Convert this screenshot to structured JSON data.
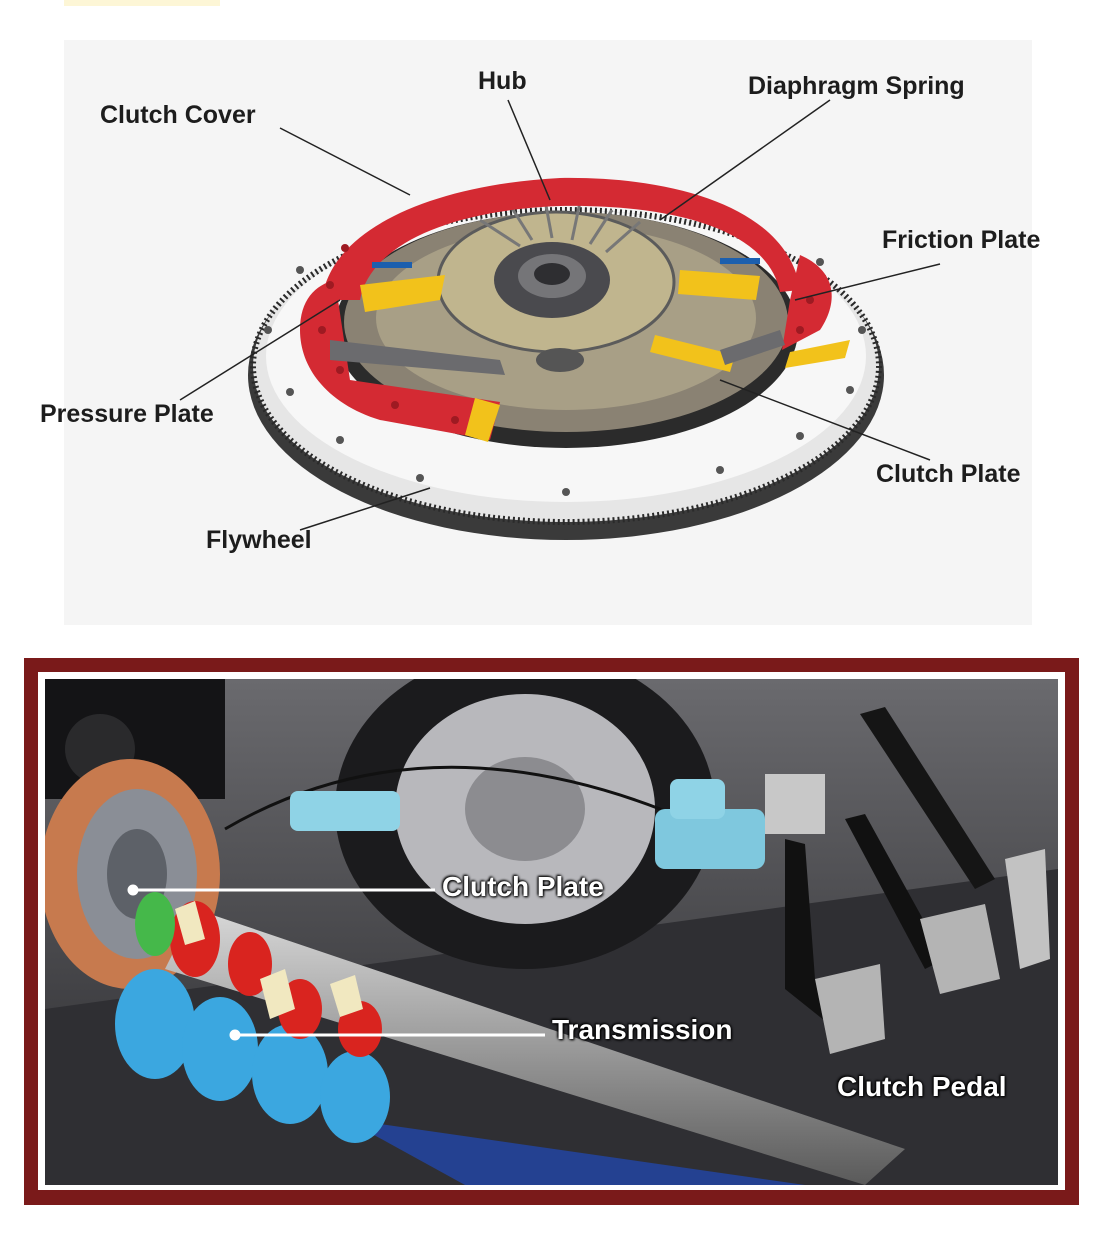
{
  "top_diagram": {
    "labels": {
      "hub": "Hub",
      "clutch_cover": "Clutch Cover",
      "diaphragm_spring": "Diaphragm Spring",
      "friction_plate": "Friction Plate",
      "pressure_plate": "Pressure Plate",
      "clutch_plate": "Clutch Plate",
      "flywheel": "Flywheel"
    }
  },
  "bottom_diagram": {
    "labels": {
      "clutch_plate": "Clutch Plate",
      "transmission": "Transmission",
      "clutch_pedal": "Clutch Pedal"
    }
  },
  "colors": {
    "frame": "#7a1a1a",
    "clutch_cover": "#d42a33",
    "pressure_plate": "#f2c21b",
    "gears": "#3ba7e0",
    "gears_red": "#d9241f"
  }
}
